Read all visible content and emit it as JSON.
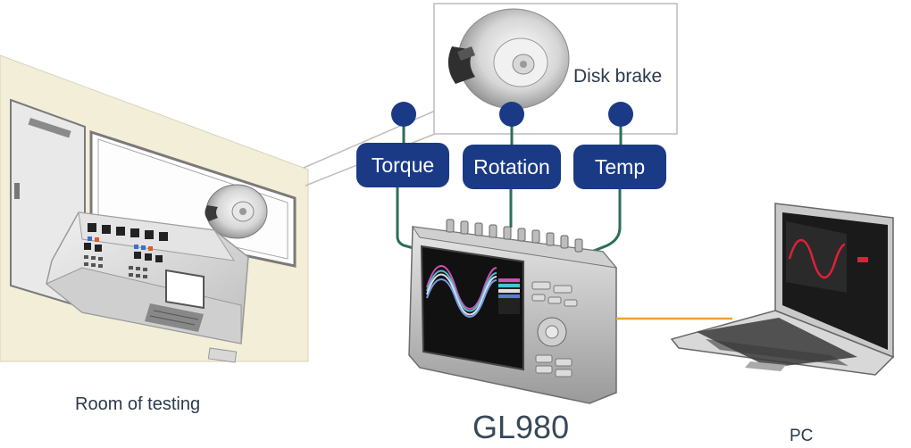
{
  "labels": {
    "disk_brake": "Disk brake",
    "room": "Room of testing",
    "device": "GL980",
    "pc": "PC"
  },
  "sensors": [
    {
      "label": "Torque"
    },
    {
      "label": "Rotation"
    },
    {
      "label": "Temp"
    }
  ],
  "colors": {
    "sensor_fill": "#1b3a86",
    "pc_link": "#f0a030",
    "wave_pc": "#e0203a",
    "wall": "#f3eed8"
  }
}
